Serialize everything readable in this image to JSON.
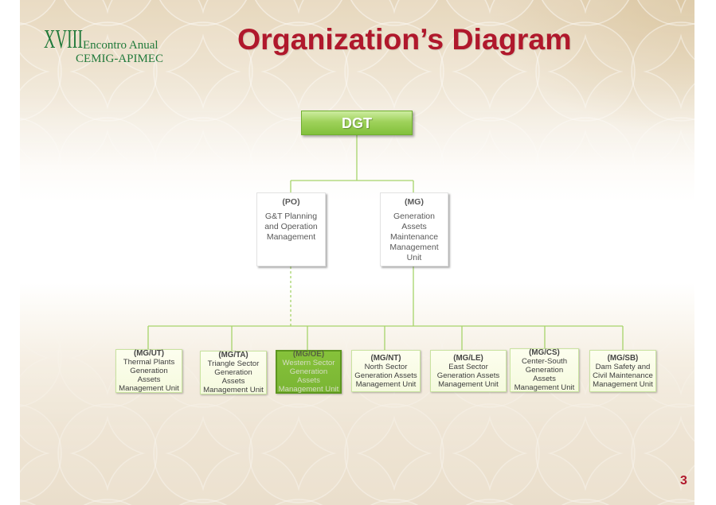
{
  "logo": {
    "numeral": "XVIII",
    "tagline": "Encontro Anual",
    "name": "CEMIG-APIMEC"
  },
  "title": "Organization’s Diagram",
  "org": {
    "root": {
      "label": "DGT"
    },
    "level2": [
      {
        "code": "(PO)",
        "lines": [
          "G&T Planning",
          "and Operation",
          "Management"
        ]
      },
      {
        "code": "(MG)",
        "lines": [
          "Generation",
          "Assets",
          "Maintenance",
          "Management",
          "Unit"
        ]
      }
    ],
    "level3": [
      {
        "code": "(MG/UT)",
        "lines": [
          "Thermal Plants",
          "Generation",
          "Assets",
          "Management Unit"
        ],
        "highlighted": false
      },
      {
        "code": "(MG/TA)",
        "lines": [
          "Triangle Sector",
          "Generation",
          "Assets",
          "Management Unit"
        ],
        "highlighted": false
      },
      {
        "code": "(MG/OE)",
        "lines": [
          "Western Sector",
          "Generation",
          "Assets",
          "Management Unit"
        ],
        "highlighted": true
      },
      {
        "code": "(MG/NT)",
        "lines": [
          "North Sector",
          "Generation Assets",
          "Management Unit"
        ],
        "highlighted": false
      },
      {
        "code": "(MG/LE)",
        "lines": [
          "East Sector",
          "Generation Assets",
          "Management Unit"
        ],
        "highlighted": false
      },
      {
        "code": "(MG/CS)",
        "lines": [
          "Center-South",
          "Generation",
          "Assets",
          "Management Unit"
        ],
        "highlighted": false
      },
      {
        "code": "(MG/SB)",
        "lines": [
          "Dam Safety and",
          "Civil Maintenance",
          "Management Unit"
        ],
        "highlighted": false
      }
    ]
  },
  "page_number": "3",
  "colors": {
    "title": "#b0182c",
    "logo": "#227a3b",
    "connector": "#a6d46a",
    "highlight": "#7ab534"
  }
}
